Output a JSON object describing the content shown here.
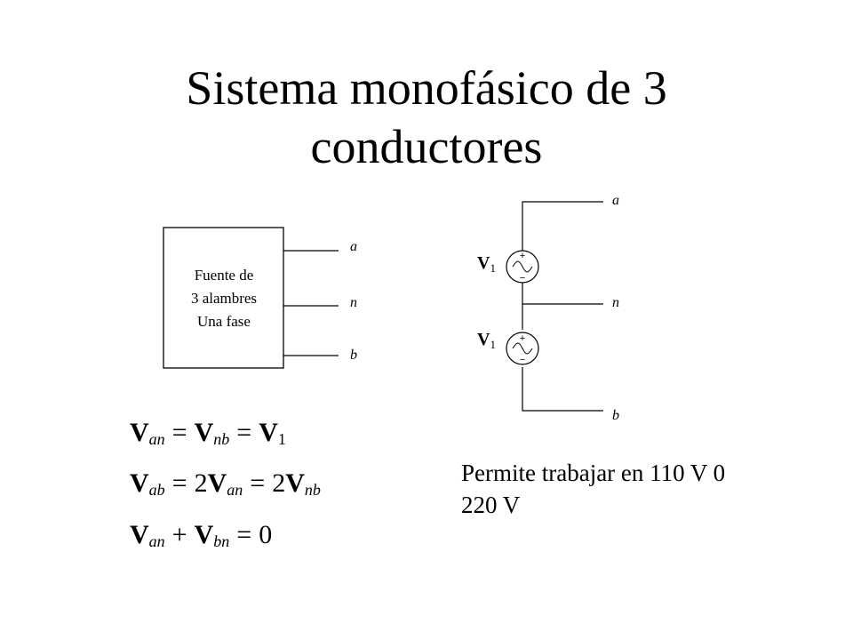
{
  "title": {
    "line1": "Sistema monofásico de 3",
    "line2": "conductores"
  },
  "left_diagram": {
    "box_lines": [
      "Fuente de",
      "3 alambres",
      "Una fase"
    ],
    "terminals": [
      "a",
      "n",
      "b"
    ]
  },
  "right_diagram": {
    "terminals": [
      "a",
      "n",
      "b"
    ],
    "sources": [
      {
        "label": "V",
        "sub": "1",
        "plus": "+",
        "minus": "−"
      },
      {
        "label": "V",
        "sub": "1",
        "plus": "+",
        "minus": "−"
      }
    ]
  },
  "equations": [
    {
      "terms": [
        {
          "v": "V",
          "s": "an"
        },
        {
          "op": "="
        },
        {
          "v": "V",
          "s": "nb"
        },
        {
          "op": "="
        },
        {
          "v": "V",
          "s": "1",
          "upright": true
        }
      ]
    },
    {
      "terms": [
        {
          "v": "V",
          "s": "ab"
        },
        {
          "op": "="
        },
        {
          "pre": "2",
          "v": "V",
          "s": "an"
        },
        {
          "op": "="
        },
        {
          "pre": "2",
          "v": "V",
          "s": "nb"
        }
      ]
    },
    {
      "terms": [
        {
          "v": "V",
          "s": "an"
        },
        {
          "op": "+"
        },
        {
          "v": "V",
          "s": "bn"
        },
        {
          "op": "="
        },
        {
          "txt": "0"
        }
      ]
    }
  ],
  "note": {
    "line1": "Permite trabajar en 110 V 0",
    "line2": "220 V"
  }
}
